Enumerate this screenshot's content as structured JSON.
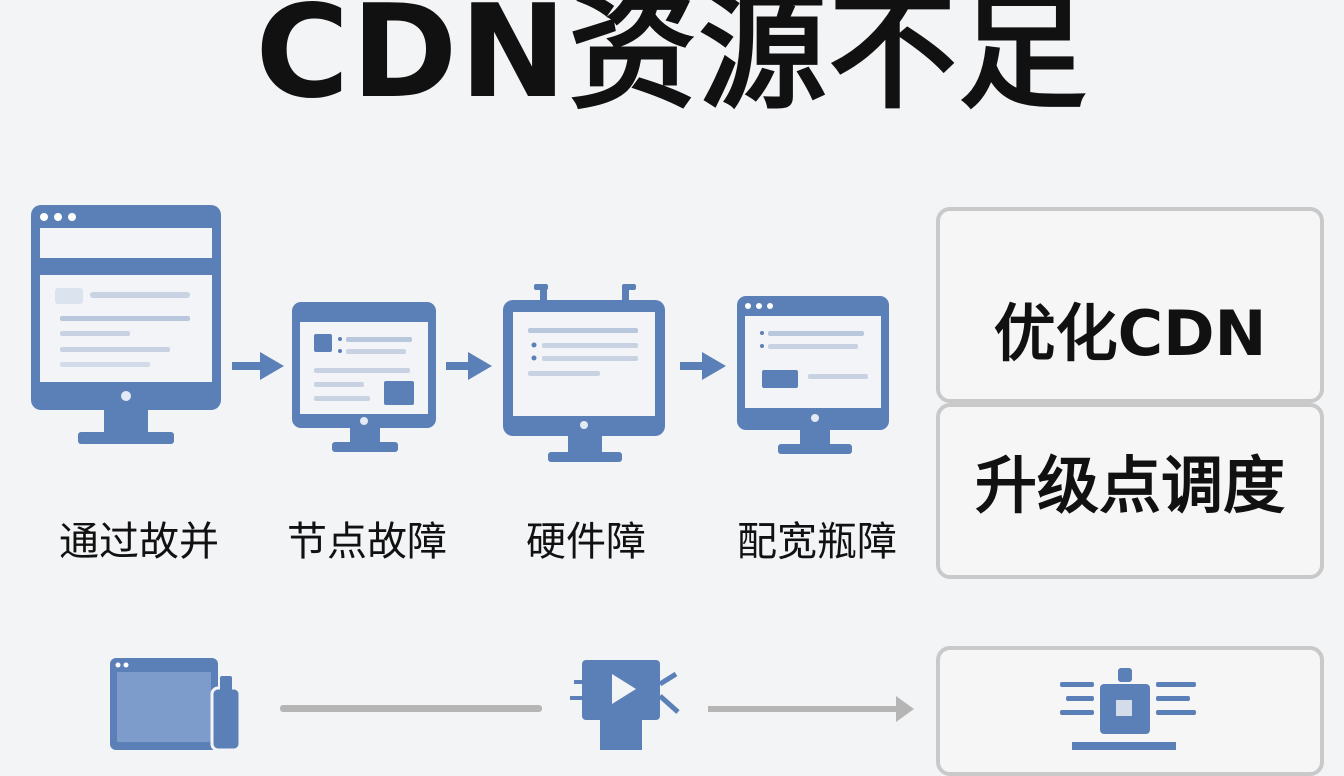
{
  "title": "CDN资源不足",
  "steps": [
    {
      "label": "通过故并",
      "icon": "monitor-browser-icon"
    },
    {
      "label": "节点故障",
      "icon": "monitor-node-icon"
    },
    {
      "label": "硬件障",
      "icon": "monitor-hardware-icon"
    },
    {
      "label": "配宽瓶障",
      "icon": "monitor-bandwidth-icon"
    }
  ],
  "solutions": [
    {
      "label": "优化CDN"
    },
    {
      "label": "升级点调度"
    }
  ],
  "bottom_icons": [
    "monitor-device-icon",
    "video-play-icon",
    "server-node-icon"
  ],
  "colors": {
    "icon": "#5b80b8",
    "arrow": "#5b80b8",
    "border": "#c9c9c9",
    "gray_line": "#b5b5b5"
  }
}
